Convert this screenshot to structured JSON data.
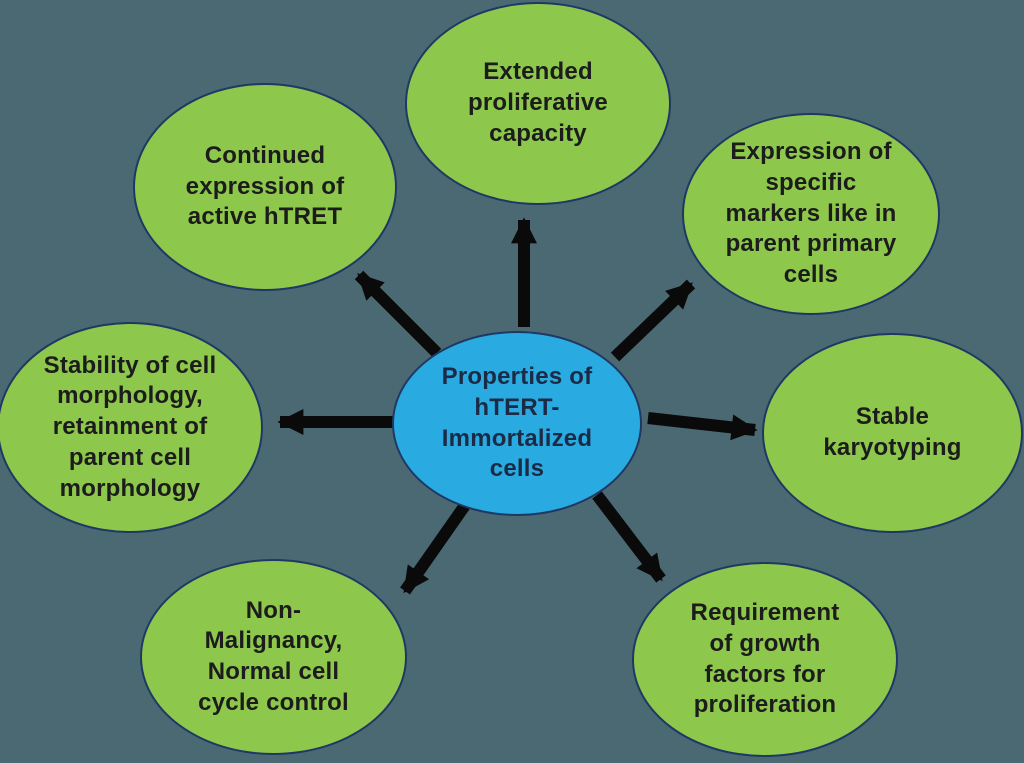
{
  "diagram": {
    "type": "radial-spider-diagram",
    "background_color": "#4B6972",
    "colors": {
      "node_fill": "#8DC74B",
      "center_fill": "#29ABE2",
      "border": "#1F3864",
      "arrow": "#0A0A0A",
      "text": "#1C1C1C"
    },
    "center_node": {
      "label": "Properties of hTERT-Immortalized cells"
    },
    "nodes": [
      {
        "id": "extended-proliferative-capacity",
        "position": "top",
        "label": "Extended proliferative capacity"
      },
      {
        "id": "expression-specific-markers",
        "position": "top-right",
        "label": "Expression of specific markers like in parent primary cells"
      },
      {
        "id": "stable-karyotyping",
        "position": "right",
        "label": "Stable karyotyping"
      },
      {
        "id": "requirement-growth-factors",
        "position": "bottom-right",
        "label": "Requirement of growth factors for proliferation"
      },
      {
        "id": "non-malignancy",
        "position": "bottom-left",
        "label": "Non-Malignancy, Normal cell cycle control"
      },
      {
        "id": "stability-cell-morphology",
        "position": "left",
        "label": "Stability of cell morphology, retainment of parent cell morphology"
      },
      {
        "id": "continued-expression-htret",
        "position": "top-left",
        "label": "Continued expression of active hTRET"
      }
    ],
    "arrows": [
      {
        "from": "center",
        "to": "top"
      },
      {
        "from": "center",
        "to": "top-right"
      },
      {
        "from": "center",
        "to": "right"
      },
      {
        "from": "center",
        "to": "bottom-right"
      },
      {
        "from": "center",
        "to": "bottom-left"
      },
      {
        "from": "center",
        "to": "left"
      },
      {
        "from": "center",
        "to": "top-left"
      }
    ]
  }
}
